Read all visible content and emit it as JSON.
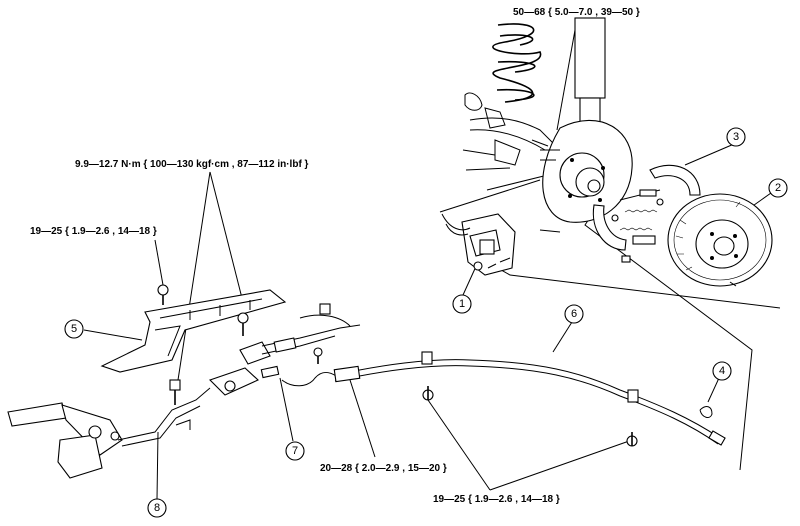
{
  "torque_specs": {
    "rear_hub": "50—68 { 5.0—7.0 , 39—50 }",
    "lever_bolts": "9.9—12.7 N·m { 100—130 kgf·cm , 87—112 in·lbf }",
    "bracket_bolt": "19—25 { 1.9—2.6 , 14—18 }",
    "cable_front": "20—28 { 2.0—2.9 , 15—20 }",
    "cable_rear": "19—25 { 1.9—2.6 , 14—18 }"
  },
  "callouts": [
    "1",
    "2",
    "3",
    "4",
    "5",
    "6",
    "7",
    "8"
  ]
}
